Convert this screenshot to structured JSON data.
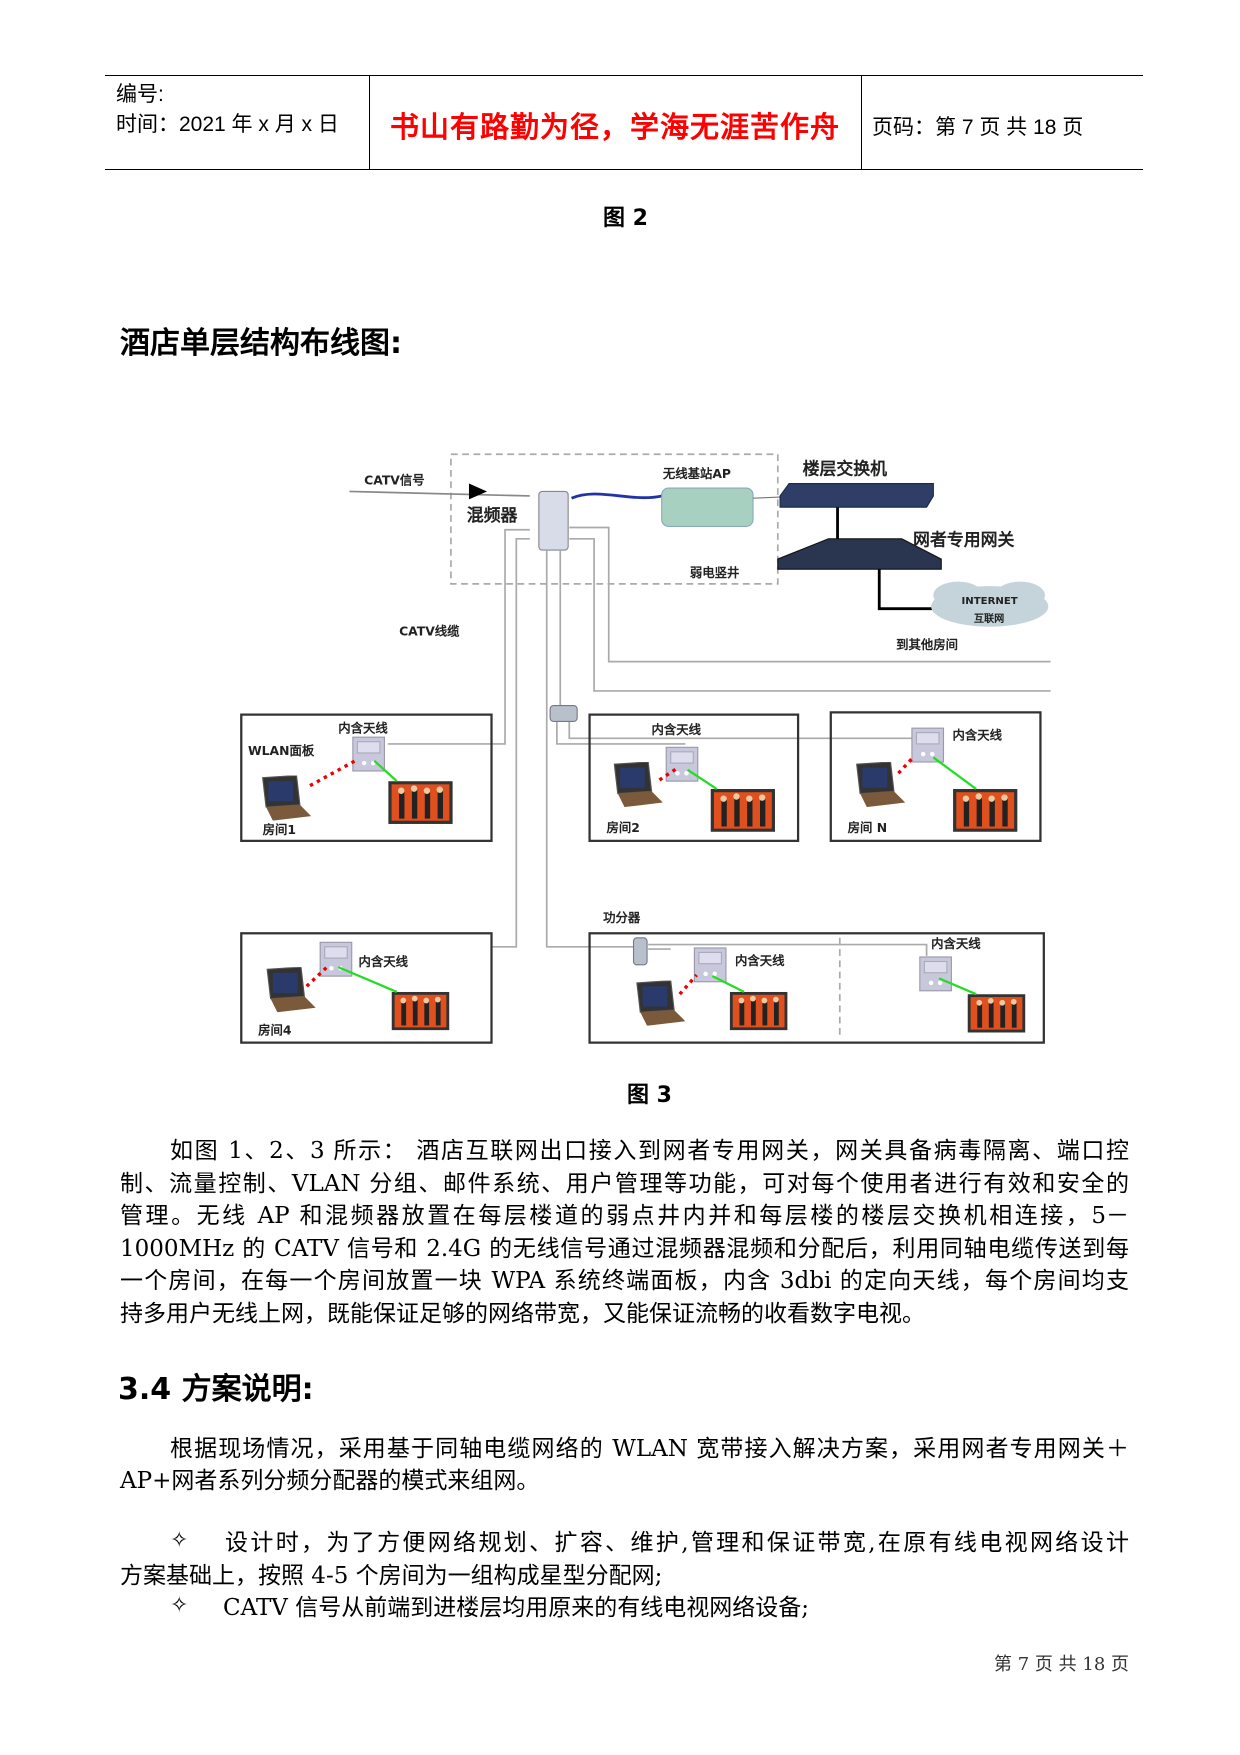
{
  "header": {
    "number_label": "编号:",
    "time_label": "时间：2021 年 x 月 x 日",
    "motto": "书山有路勤为径，学海无涯苦作舟",
    "page_label": "页码：第 7 页  共 18 页"
  },
  "figure2_caption": "图 2",
  "section_heading": "酒店单层结构布线图:",
  "diagram": {
    "catv_signal": "CATV信号",
    "mixer": "混频器",
    "ap": "无线基站AP",
    "floor_switch": "楼层交换机",
    "gateway": "网者专用网关",
    "shaft": "弱电竖井",
    "internet_en": "INTERNET",
    "internet_cn": "互联网",
    "other_rooms": "到其他房间",
    "catv_cable": "CATV线缆",
    "antenna": "内含天线",
    "wlan_panel": "WLAN面板",
    "splitter": "功分器",
    "rooms": [
      "房间1",
      "房间2",
      "房间 N",
      "房间4"
    ]
  },
  "figure3_caption": "图 3",
  "paragraph1": [
    "如图 1、2、3 所示： 酒店互联网出口接入到网者专用网关，网关具备病毒隔离、端口控",
    "制、流量控制、VLAN 分组、邮件系统、用户管理等功能，可对每个使用者进行有效和安全的",
    "管理。无线 AP 和混频器放置在每层楼道的弱点井内并和每层楼的楼层交换机相连接，5－",
    "1000MHz 的 CATV 信号和 2.4G 的无线信号通过混频器混频和分配后，利用同轴电缆传送到每",
    "一个房间，在每一个房间放置一块 WPA 系统终端面板，内含 3dbi 的定向天线，每个房间均支",
    "持多用户无线上网，既能保证足够的网络带宽，又能保证流畅的收看数字电视。"
  ],
  "section_34": "3.4 方案说明:",
  "paragraph2": [
    "根据现场情况，采用基于同轴电缆网络的 WLAN 宽带接入解决方案，采用网者专用网关＋",
    "AP+网者系列分频分配器的模式来组网。"
  ],
  "bullets": [
    {
      "symbol": "✧",
      "lines": [
        "设计时，为了方便网络规划、扩容、维护,管理和保证带宽,在原有线电视网络设计",
        "方案基础上，按照 4-5 个房间为一组构成星型分配网;"
      ]
    },
    {
      "symbol": "✧",
      "lines": [
        "CATV 信号从前端到进楼层均用原来的有线电视网络设备;"
      ]
    }
  ],
  "footer": "第 7 页 共 18 页",
  "colors": {
    "motto": "#ff0000",
    "cable_blue": "#2233aa",
    "wifi_red": "#ee0000",
    "signal_green": "#22dd22"
  }
}
